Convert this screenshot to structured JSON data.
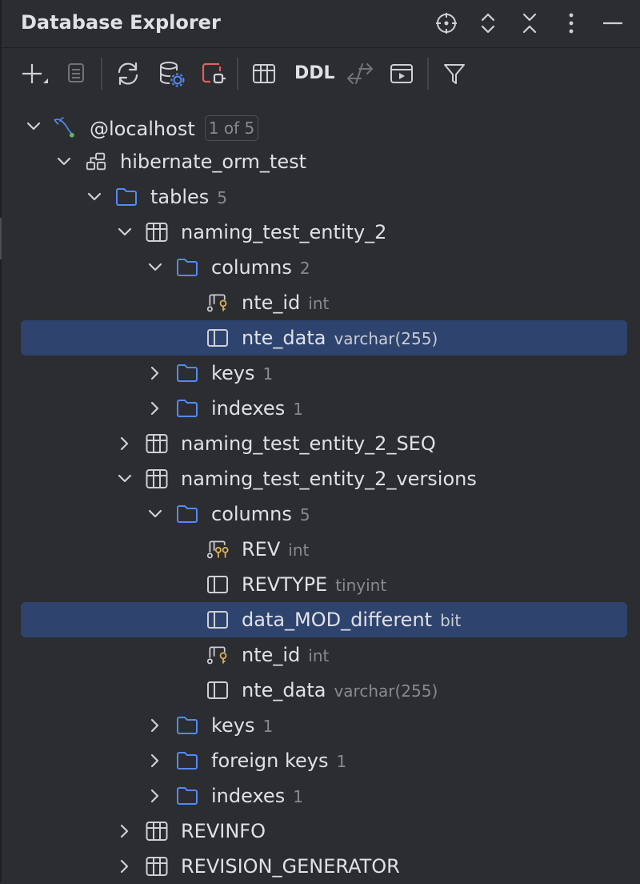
{
  "header": {
    "title": "Database Explorer"
  },
  "toolbar": {
    "ddl_label": "DDL"
  },
  "tree": {
    "root": {
      "label": "@localhost",
      "badge": "1 of 5"
    },
    "schema": {
      "label": "hibernate_orm_test"
    },
    "tables_folder": {
      "label": "tables",
      "count": "5"
    },
    "t1": {
      "label": "naming_test_entity_2",
      "columns": {
        "label": "columns",
        "count": "2"
      },
      "col1": {
        "label": "nte_id",
        "type": "int"
      },
      "col2": {
        "label": "nte_data",
        "type": "varchar(255)"
      },
      "keys": {
        "label": "keys",
        "count": "1"
      },
      "indexes": {
        "label": "indexes",
        "count": "1"
      }
    },
    "t2": {
      "label": "naming_test_entity_2_SEQ"
    },
    "t3": {
      "label": "naming_test_entity_2_versions",
      "columns": {
        "label": "columns",
        "count": "5"
      },
      "col1": {
        "label": "REV",
        "type": "int"
      },
      "col2": {
        "label": "REVTYPE",
        "type": "tinyint"
      },
      "col3": {
        "label": "data_MOD_different",
        "type": "bit"
      },
      "col4": {
        "label": "nte_id",
        "type": "int"
      },
      "col5": {
        "label": "nte_data",
        "type": "varchar(255)"
      },
      "keys": {
        "label": "keys",
        "count": "1"
      },
      "foreign_keys": {
        "label": "foreign keys",
        "count": "1"
      },
      "indexes": {
        "label": "indexes",
        "count": "1"
      }
    },
    "t4": {
      "label": "REVINFO"
    },
    "t5": {
      "label": "REVISION_GENERATOR"
    }
  },
  "colors": {
    "background": "#2b2d30",
    "selection": "#2e436e",
    "folder_icon": "#548af7",
    "key_icon": "#e0b453",
    "text": "#dfe1e5",
    "muted_text": "#868a91"
  },
  "icons": {
    "header": [
      "locate-icon",
      "expand-collapse-icon",
      "collapse-all-icon",
      "more-icon",
      "minimize-icon"
    ],
    "toolbar": [
      "add-icon",
      "duplicate-icon",
      "refresh-icon",
      "data-source-properties-icon",
      "disconnect-icon",
      "table-editor-icon",
      "jump-to-query-console-icon",
      "query-console-icon",
      "filter-icon"
    ],
    "tree": [
      "mysql-icon",
      "schema-icon",
      "folder-icon",
      "table-icon",
      "column-icon",
      "primary-key-column-icon",
      "foreign-key-column-icon",
      "chevron-down-icon",
      "chevron-right-icon"
    ]
  }
}
